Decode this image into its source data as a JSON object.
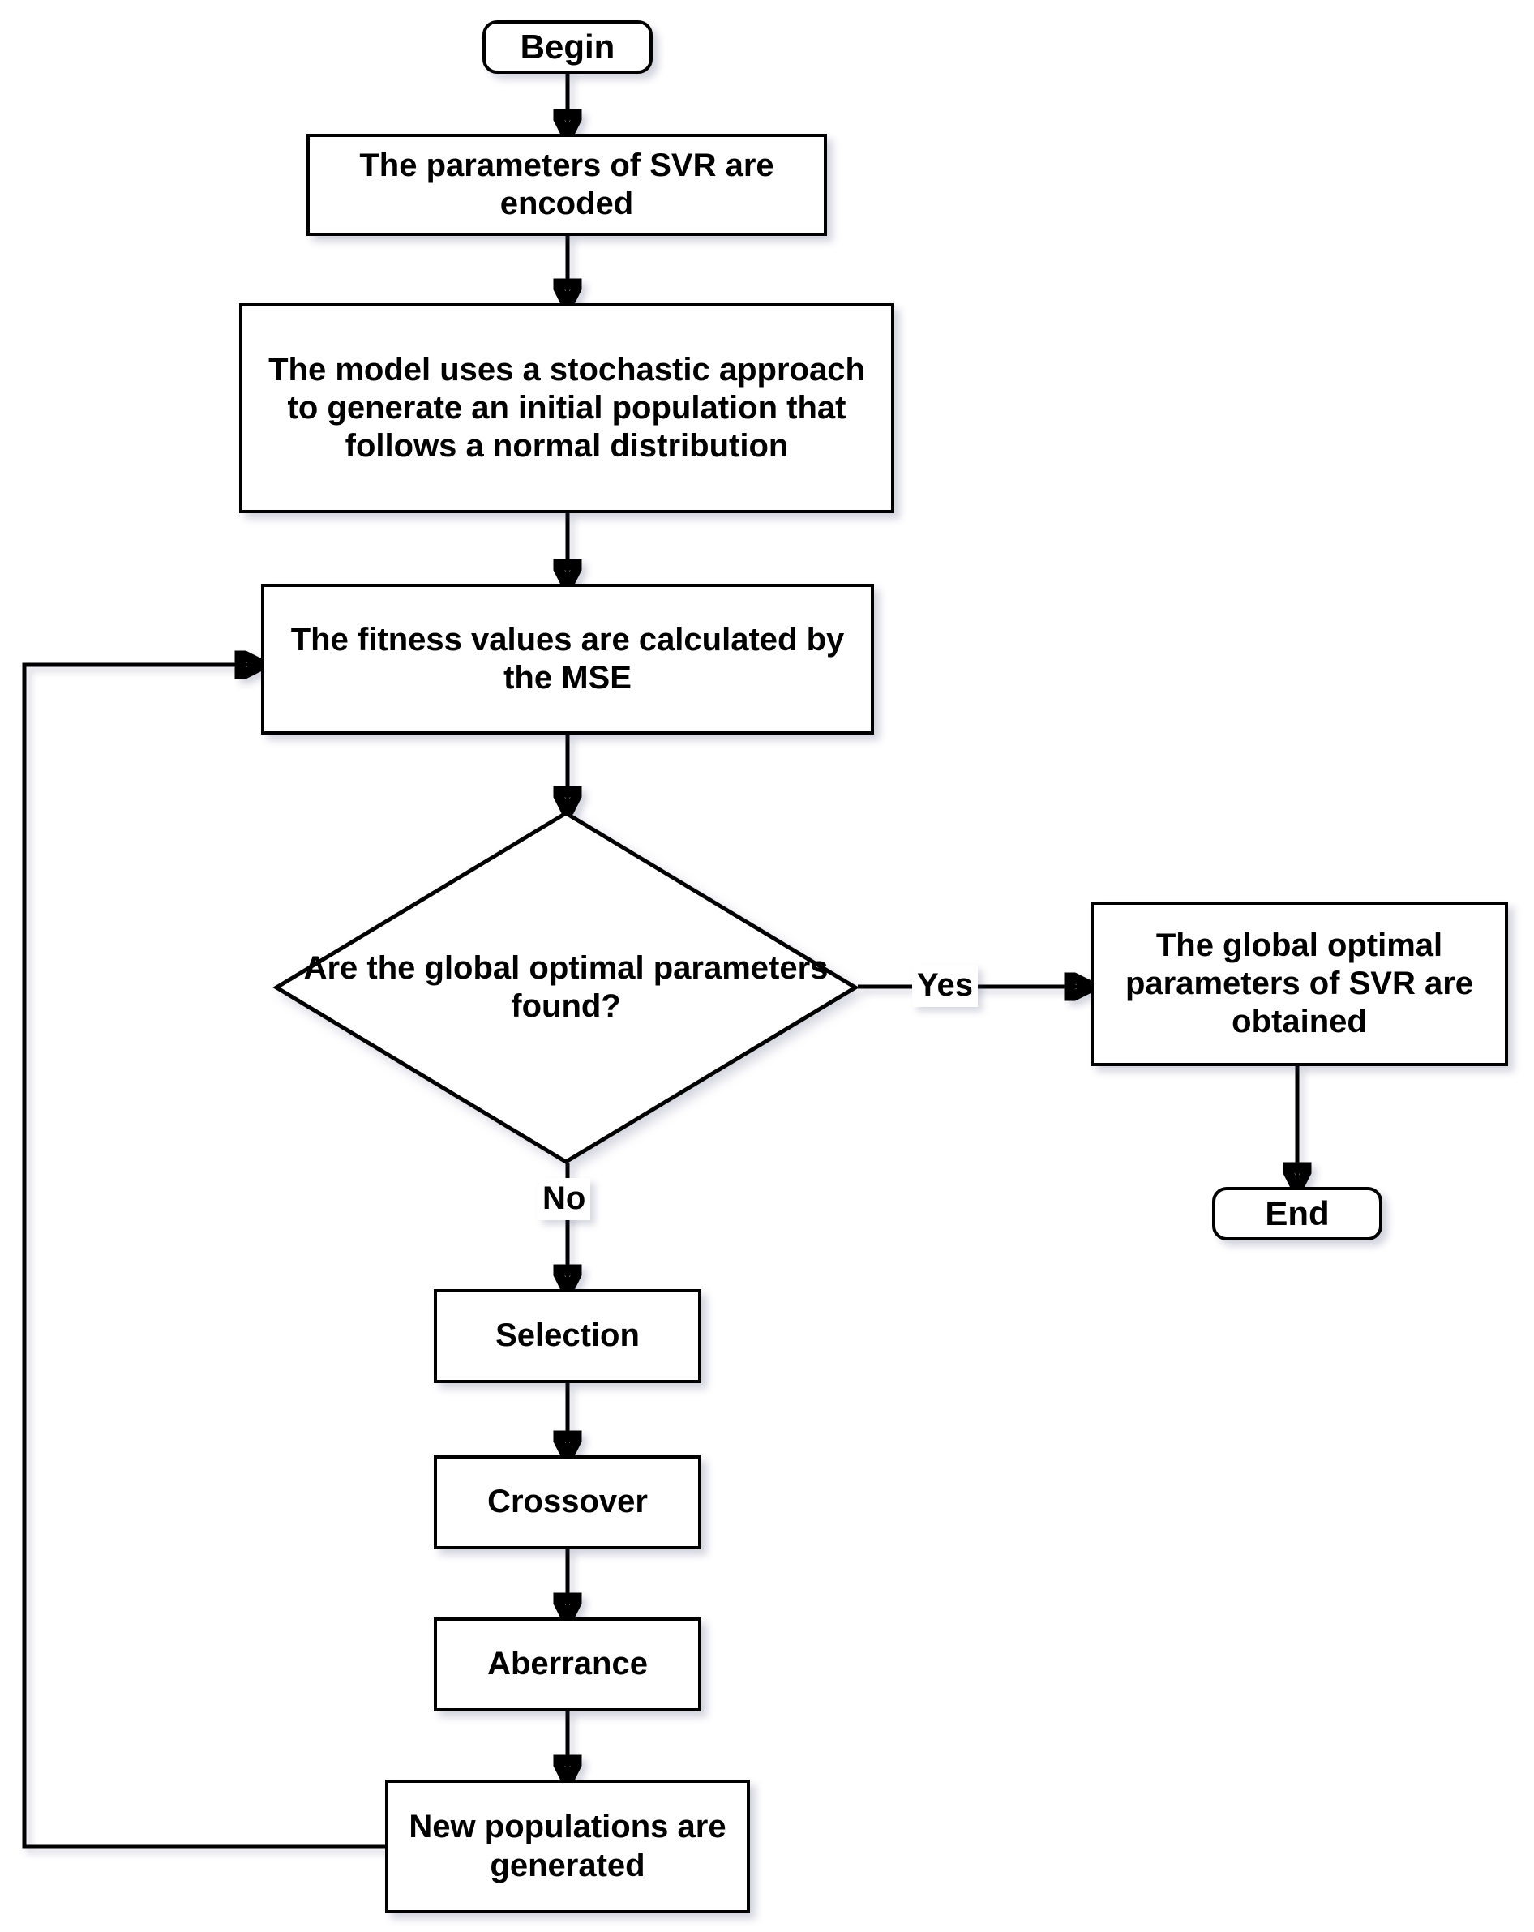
{
  "diagram": {
    "title": "Genetic algorithm optimization of SVR parameters flowchart",
    "type": "flowchart",
    "orientation": "top-to-bottom",
    "colors": {
      "background": "#ffffff",
      "node_fill": "#ffffff",
      "node_border": "#000000",
      "text": "#000000",
      "connector": "#000000",
      "shadow": "#3c3c6e"
    },
    "nodes": {
      "begin": {
        "label": "Begin",
        "shape": "terminator"
      },
      "encode": {
        "label": "The parameters of SVR are encoded",
        "shape": "process"
      },
      "init_population": {
        "label": "The model uses a stochastic approach to generate an initial population that follows a normal distribution",
        "shape": "process"
      },
      "fitness": {
        "label": "The fitness values are calculated by the MSE",
        "shape": "process"
      },
      "decision": {
        "label": "Are the global optimal parameters found?",
        "shape": "decision"
      },
      "global_params": {
        "label": "The global optimal parameters of SVR are obtained",
        "shape": "process"
      },
      "end": {
        "label": "End",
        "shape": "terminator"
      },
      "selection": {
        "label": "Selection",
        "shape": "process"
      },
      "crossover": {
        "label": "Crossover",
        "shape": "process"
      },
      "aberrance": {
        "label": "Aberrance",
        "shape": "process"
      },
      "new_populations": {
        "label": "New populations are generated",
        "shape": "process"
      }
    },
    "edge_labels": {
      "yes": "Yes",
      "no": "No"
    },
    "edges": [
      {
        "from": "begin",
        "to": "encode",
        "label": ""
      },
      {
        "from": "encode",
        "to": "init_population",
        "label": ""
      },
      {
        "from": "init_population",
        "to": "fitness",
        "label": ""
      },
      {
        "from": "fitness",
        "to": "decision",
        "label": ""
      },
      {
        "from": "decision",
        "to": "global_params",
        "label": "Yes"
      },
      {
        "from": "global_params",
        "to": "end",
        "label": ""
      },
      {
        "from": "decision",
        "to": "selection",
        "label": "No"
      },
      {
        "from": "selection",
        "to": "crossover",
        "label": ""
      },
      {
        "from": "crossover",
        "to": "aberrance",
        "label": ""
      },
      {
        "from": "aberrance",
        "to": "new_populations",
        "label": ""
      },
      {
        "from": "new_populations",
        "to": "fitness",
        "label": ""
      }
    ]
  }
}
